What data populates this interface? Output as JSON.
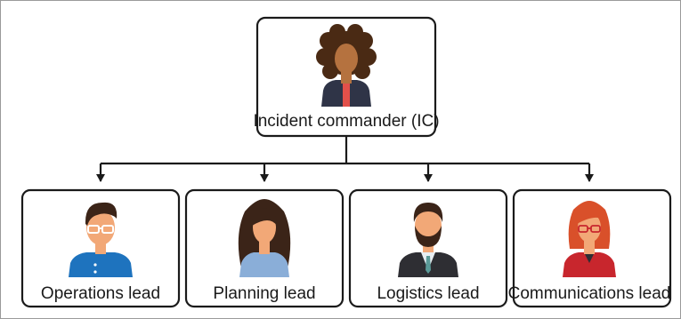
{
  "diagram": {
    "root": {
      "label": "Incident commander (IC)",
      "icon": "woman-curly-hair-person-icon"
    },
    "children": [
      {
        "label": "Operations lead",
        "icon": "man-glasses-blue-shirt-person-icon"
      },
      {
        "label": "Planning lead",
        "icon": "woman-long-hair-person-icon"
      },
      {
        "label": "Logistics lead",
        "icon": "bearded-man-suit-person-icon"
      },
      {
        "label": "Communications lead",
        "icon": "woman-glasses-red-top-person-icon"
      }
    ]
  },
  "colors": {
    "skin": "#f2a877",
    "skin_dark": "#b5723f",
    "hair_dark": "#3b2418",
    "hair_curly": "#4a2a14",
    "hair_red": "#d9502a",
    "shirt_blue": "#1e73be",
    "shirt_lightblue": "#8aaed8",
    "suit": "#2e2e33",
    "shirt_red": "#c8262d",
    "jacket_navy": "#2f3447",
    "accent_coral": "#e2504a"
  }
}
